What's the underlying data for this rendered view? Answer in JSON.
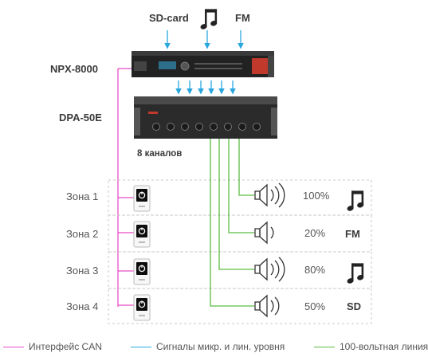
{
  "sources": {
    "sd_card": "SD-card",
    "fm": "FM"
  },
  "devices": {
    "npx": "NPX-8000",
    "dpa": "DPA-50E"
  },
  "channels_label": "8 каналов",
  "zones": [
    {
      "name": "Зона 1",
      "volume": "100%",
      "source": "music-note",
      "source_text": "",
      "speaker_waves": 3
    },
    {
      "name": "Зона 2",
      "volume": "20%",
      "source": "text",
      "source_text": "FM",
      "speaker_waves": 1
    },
    {
      "name": "Зона 3",
      "volume": "80%",
      "source": "music-note",
      "source_text": "",
      "speaker_waves": 3
    },
    {
      "name": "Зона 4",
      "volume": "50%",
      "source": "text",
      "source_text": "SD",
      "speaker_waves": 2
    }
  ],
  "legend": [
    {
      "label": "Интерфейс CAN",
      "color": "#e64ec8"
    },
    {
      "label": "Сигналы микр. и лин. уровня",
      "color": "#2aa7e0"
    },
    {
      "label": "100-вольтная линия",
      "color": "#5cbd44"
    }
  ],
  "colors": {
    "can": "#e64ec8",
    "signal": "#2aa7e0",
    "line100v": "#5cbd44",
    "zone_border": "#c8c8c8"
  }
}
